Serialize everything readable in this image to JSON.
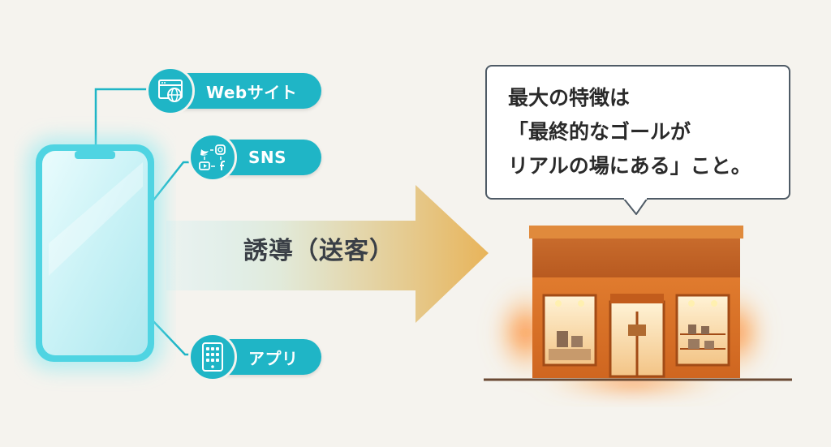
{
  "channels": {
    "web": {
      "label": "Webサイト",
      "icon": "browser-globe-icon"
    },
    "sns": {
      "label": "SNS",
      "icon": "sns-logos-icon"
    },
    "app": {
      "label": "アプリ",
      "icon": "app-grid-icon"
    }
  },
  "flow": {
    "label": "誘導（送客）"
  },
  "callout": {
    "lines": [
      "最大の特徴は",
      "「最終的なゴールが",
      "リアルの場にある」こと。"
    ]
  },
  "colors": {
    "accent_teal": "#1fb5c6",
    "phone_glow": "#7fe8f2",
    "arrow_gold": "#e8b45a",
    "store_orange": "#d86a22",
    "background": "#f5f3ee"
  }
}
